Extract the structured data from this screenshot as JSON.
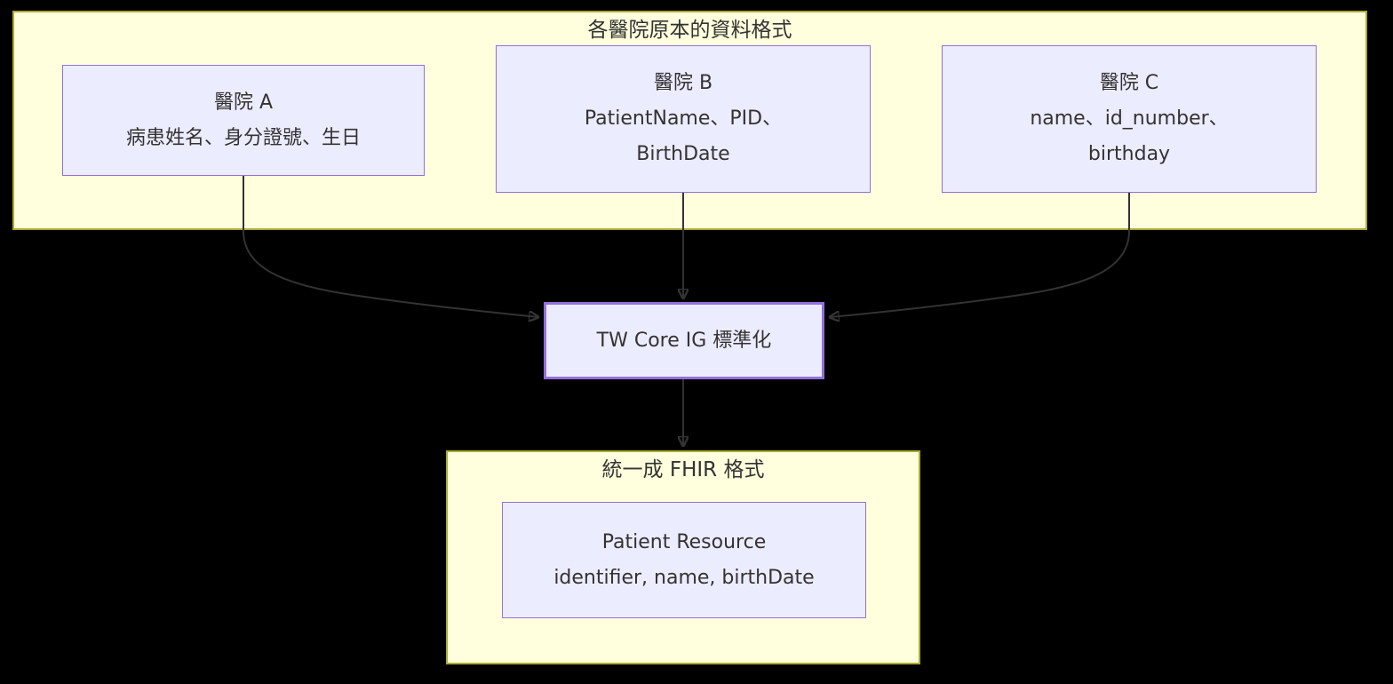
{
  "diagram": {
    "clusters": {
      "source": {
        "title": "各醫院原本的資料格式"
      },
      "fhir": {
        "title": "統一成 FHIR 格式"
      }
    },
    "nodes": {
      "hospital_a": {
        "line1": "醫院 A",
        "line2": "病患姓名、身分證號、生日"
      },
      "hospital_b": {
        "line1": "醫院 B",
        "line2": "PatientName、PID、",
        "line3": "BirthDate"
      },
      "hospital_c": {
        "line1": "醫院 C",
        "line2": "name、id_number、",
        "line3": "birthday"
      },
      "tw_core": {
        "line1": "TW Core IG 標準化"
      },
      "patient_resource": {
        "line1": "Patient Resource",
        "line2": "identifier, name, birthDate"
      }
    },
    "edges": [
      {
        "from": "hospital_a",
        "to": "tw_core"
      },
      {
        "from": "hospital_b",
        "to": "tw_core"
      },
      {
        "from": "hospital_c",
        "to": "tw_core"
      },
      {
        "from": "tw_core",
        "to": "patient_resource_cluster"
      }
    ],
    "colors": {
      "background": "#000000",
      "cluster_fill": "#ffffde",
      "cluster_border": "#aaaa33",
      "node_fill": "#ECECFF",
      "node_border": "#9370DB",
      "text": "#333333",
      "edge": "#333333"
    }
  }
}
